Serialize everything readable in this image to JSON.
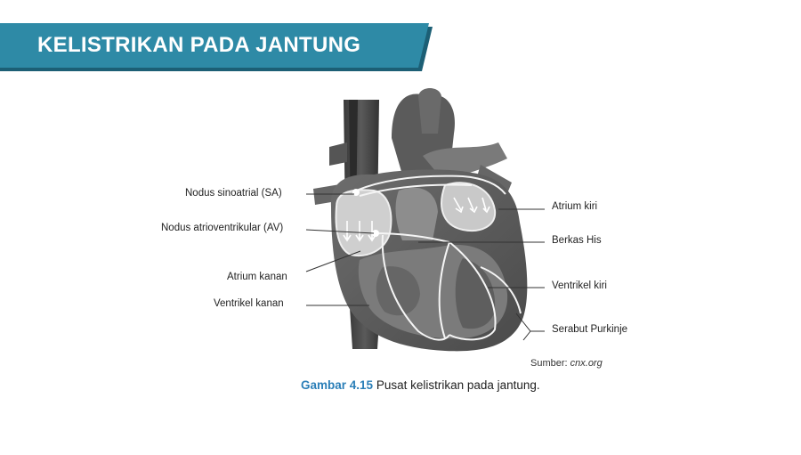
{
  "slide": {
    "title": "KELISTRIKAN PADA JANTUNG",
    "banner_color": "#2e8aa6",
    "banner_shadow_color": "#1c5f75"
  },
  "figure": {
    "labels_left": [
      "Nodus sinoatrial (SA)",
      "Nodus atrioventrikular (AV)",
      "Atrium kanan",
      "Ventrikel kanan"
    ],
    "labels_right": [
      "Atrium kiri",
      "Berkas His",
      "Ventrikel kiri",
      "Serabut Purkinje"
    ],
    "source_prefix": "Sumber:",
    "source_value": "cnx.org",
    "caption_number": "Gambar 4.15",
    "caption_text": "Pusat kelistrikan pada jantung."
  }
}
